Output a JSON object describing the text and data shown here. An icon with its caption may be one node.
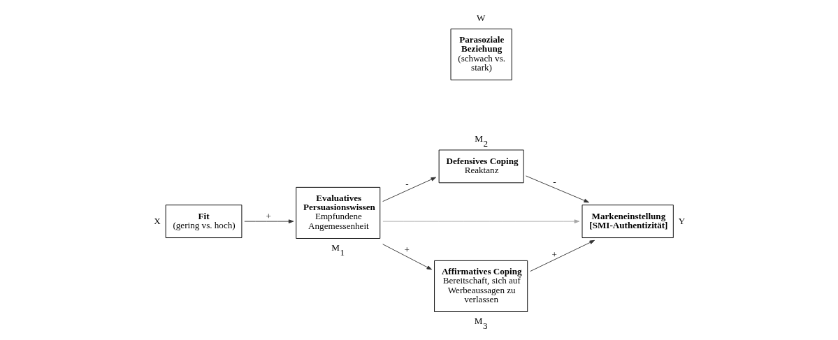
{
  "diagram": {
    "nodes": [
      {
        "text": [
          "Parasoziale Beziehung",
          "(schwach vs. stark)"
        ],
        "beside": [
          "W"
        ]
      },
      {
        "text": [
          "Fit",
          "(gering vs. hoch)"
        ],
        "beside": [
          "X"
        ]
      },
      {
        "text": [
          "Evaluatives Persuasionswissen",
          "Empfundene Angemessenheit"
        ],
        "beside": [
          "M$_{1}$"
        ]
      },
      {
        "text": [
          "Defensives Coping",
          "Reaktanz"
        ],
        "beside": [
          "M$_{2}$"
        ]
      },
      {
        "text": [
          "Affirmatives Coping",
          "Bereitschaft, sich auf Werbeaussagen zu verlassen"
        ],
        "beside": [
          "M$_{3}$"
        ]
      },
      {
        "text": [
          "Markeneinstellung [SMI-Authentizität]"
        ],
        "beside": [
          "Y"
        ]
      }
    ],
    "edges": [
      {
        "from": 1,
        "to": 2,
        "arrow": "to",
        "label": "+"
      },
      {
        "from": 2,
        "to": 3,
        "arrow": "to",
        "label": "-"
      },
      {
        "from": 2,
        "to": 5,
        "arrow": "to",
        "color": "#a6a6a6"
      },
      {
        "from": 2,
        "to": 4,
        "arrow": "to",
        "label": "+"
      },
      {
        "from": 3,
        "to": 5,
        "arrow": "to",
        "label": "-"
      },
      {
        "from": 4,
        "to": 5,
        "arrow": "to",
        "label": "+"
      }
    ]
  }
}
